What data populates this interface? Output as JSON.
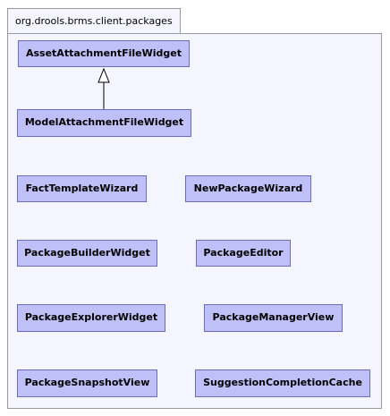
{
  "package": {
    "name": "org.drools.brms.client.packages"
  },
  "classes": [
    {
      "name": "AssetAttachmentFileWidget"
    },
    {
      "name": "ModelAttachmentFileWidget"
    },
    {
      "name": "FactTemplateWizard"
    },
    {
      "name": "NewPackageWizard"
    },
    {
      "name": "PackageBuilderWidget"
    },
    {
      "name": "PackageEditor"
    },
    {
      "name": "PackageExplorerWidget"
    },
    {
      "name": "PackageManagerView"
    },
    {
      "name": "PackageSnapshotView"
    },
    {
      "name": "SuggestionCompletionCache"
    }
  ],
  "colors": {
    "class_fill": "#c0c0f8",
    "class_border": "#6b6bbf",
    "package_fill": "#f5f5ff"
  }
}
